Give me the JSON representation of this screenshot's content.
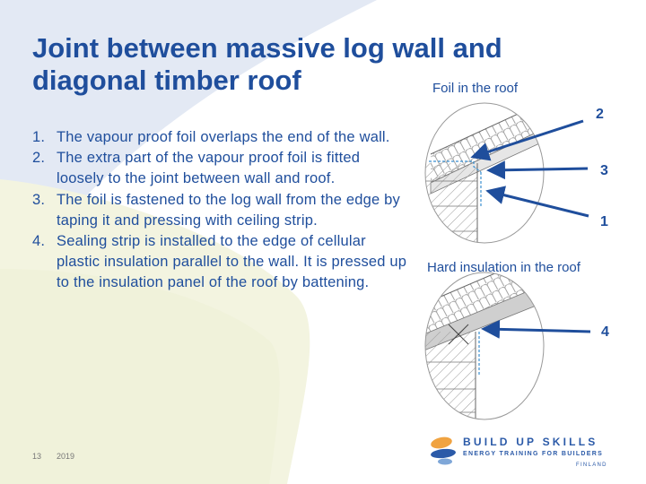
{
  "title": {
    "line1": "Joint between massive log wall and",
    "line2": "diagonal timber roof"
  },
  "labels": {
    "foil": "Foil in the roof",
    "hard": "Hard insulation in the roof"
  },
  "callouts": {
    "c2": "2",
    "c3": "3",
    "c1": "1",
    "c4": "4"
  },
  "steps": [
    {
      "n": "1.",
      "text": "The vapour proof foil overlaps the end of the wall."
    },
    {
      "n": "2.",
      "text": "The extra part of the vapour proof foil is fitted loosely to the joint between wall and roof."
    },
    {
      "n": "3.",
      "text": "The foil is fastened to the log wall from the edge by taping it and pressing with ceiling strip."
    },
    {
      "n": "4.",
      "text": "Sealing strip is installed to the edge of cellular plastic insulation parallel to the wall. It is pressed up to the insulation panel of the roof by battening."
    }
  ],
  "footer": {
    "page": "13",
    "year": "2019"
  },
  "logo": {
    "line1": "BUILD UP SKILLS",
    "line2": "ENERGY TRAINING FOR BUILDERS",
    "line3": "FINLAND"
  },
  "colors": {
    "title": "#1f4e9c",
    "bg_blue": "#dfe6f3",
    "bg_yellow": "#f2f3dc",
    "logo_blue": "#2b5aa8",
    "logo_orange": "#f0a341"
  }
}
